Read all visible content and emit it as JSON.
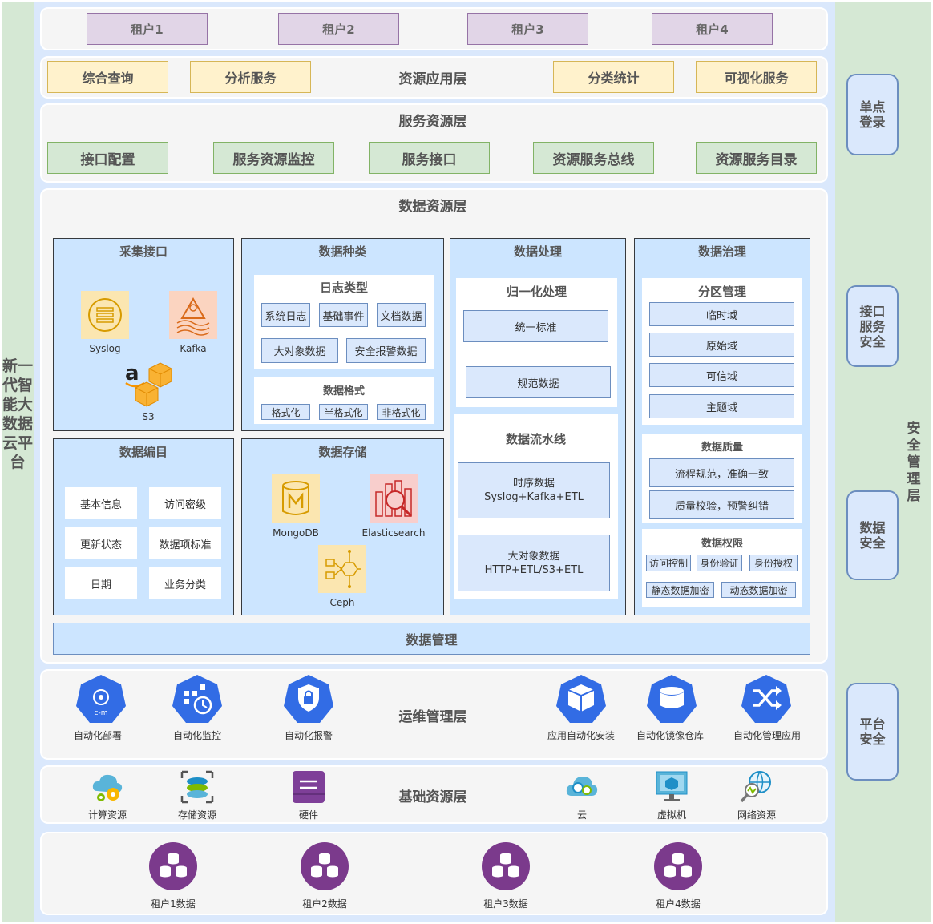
{
  "platform_title": "新一代智能大数据云平台",
  "security": {
    "title": "安全管理层",
    "items": [
      "单点登录",
      "接口服务安全",
      "数据安全",
      "平台安全"
    ]
  },
  "tenants": [
    "租户1",
    "租户2",
    "租户3",
    "租户4"
  ],
  "app_layer": {
    "title": "资源应用层",
    "items": [
      "综合查询",
      "分析服务",
      "分类统计",
      "可视化服务"
    ]
  },
  "service_layer": {
    "title": "服务资源层",
    "items": [
      "接口配置",
      "服务资源监控",
      "服务接口",
      "资源服务总线",
      "资源服务目录"
    ]
  },
  "data_layer": {
    "title": "数据资源层",
    "collect": {
      "title": "采集接口",
      "icons": [
        "Syslog",
        "Kafka",
        "S3"
      ]
    },
    "kinds": {
      "title": "数据种类",
      "log_title": "日志类型",
      "log_items": [
        "系统日志",
        "基础事件",
        "文档数据",
        "大对象数据",
        "安全报警数据"
      ],
      "format_title": "数据格式",
      "format_items": [
        "格式化",
        "半格式化",
        "非格式化"
      ]
    },
    "process": {
      "title": "数据处理",
      "normalize_title": "归一化处理",
      "normalize_items": [
        "统一标准",
        "规范数据"
      ],
      "pipeline_title": "数据流水线",
      "pipeline_items": [
        {
          "line1": "时序数据",
          "line2": "Syslog+Kafka+ETL"
        },
        {
          "line1": "大对象数据",
          "line2": "HTTP+ETL/S3+ETL"
        }
      ]
    },
    "governance": {
      "title": "数据治理",
      "partition_title": "分区管理",
      "partition_items": [
        "临时域",
        "原始域",
        "可信域",
        "主题域"
      ],
      "quality_title": "数据质量",
      "quality_items": [
        "流程规范，准确一致",
        "质量校验，预警纠错"
      ],
      "auth_title": "数据权限",
      "auth_items": [
        "访问控制",
        "身份验证",
        "身份授权",
        "静态数据加密",
        "动态数据加密"
      ]
    },
    "catalog": {
      "title": "数据编目",
      "items": [
        "基本信息",
        "访问密级",
        "更新状态",
        "数据项标准",
        "日期",
        "业务分类"
      ]
    },
    "storage": {
      "title": "数据存储",
      "icons": [
        "MongoDB",
        "Elasticsearch",
        "Ceph"
      ]
    },
    "management": "数据管理"
  },
  "ops_layer": {
    "title": "运维管理层",
    "items": [
      "自动化部署",
      "自动化监控",
      "自动化报警",
      "应用自动化安装",
      "自动化镜像仓库",
      "自动化管理应用"
    ]
  },
  "infra_layer": {
    "title": "基础资源层",
    "items": [
      "计算资源",
      "存储资源",
      "硬件",
      "云",
      "虚拟机",
      "网络资源"
    ]
  },
  "tenant_data": [
    "租户1数据",
    "租户2数据",
    "租户3数据",
    "租户4数据"
  ],
  "colors": {
    "blue_panel": "#cce5ff",
    "light_blue": "#dae8fc",
    "green": "#d5e8d4",
    "yellow": "#fff2cc",
    "purple": "#e1d5e7",
    "k8s_blue": "#326ce5",
    "tenant_db_purple": "#7b3a8c"
  }
}
